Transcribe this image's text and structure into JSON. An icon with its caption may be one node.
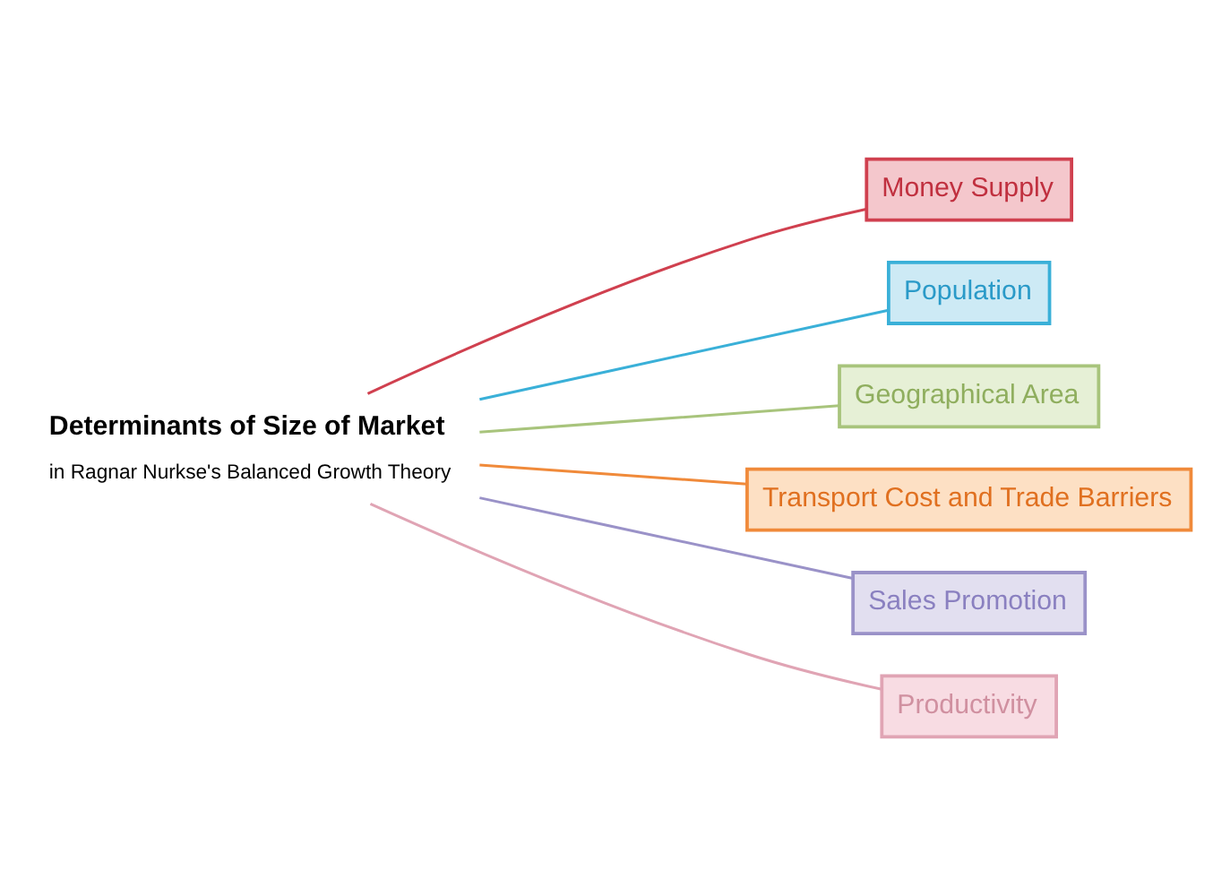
{
  "diagram": {
    "nodes": [
      {
        "text": [
          "Determinants of Size of Market"
        ],
        "beside": [
          "in Ragnar Nurkse's Balanced Growth Theory"
        ]
      },
      {
        "text": [
          "Money Supply"
        ]
      },
      {
        "text": [
          "Population"
        ]
      },
      {
        "text": [
          "Geographical Area"
        ]
      },
      {
        "text": [
          "Transport Cost and Trade Barriers"
        ]
      },
      {
        "text": [
          "Sales Promotion"
        ]
      },
      {
        "text": [
          "Productivity"
        ]
      }
    ],
    "edges": [
      {
        "from": 0,
        "to": 1,
        "arrow": "none",
        "color": "#d0404f"
      },
      {
        "from": 0,
        "to": 2,
        "arrow": "none",
        "color": "#3ab0d8"
      },
      {
        "from": 0,
        "to": 3,
        "arrow": "none",
        "color": "#a8c47c"
      },
      {
        "from": 0,
        "to": 4,
        "arrow": "none",
        "color": "#f08a3a"
      },
      {
        "from": 0,
        "to": 5,
        "arrow": "none",
        "color": "#9a92c8"
      },
      {
        "from": 0,
        "to": 6,
        "arrow": "none",
        "color": "#e0a4b4"
      }
    ]
  }
}
